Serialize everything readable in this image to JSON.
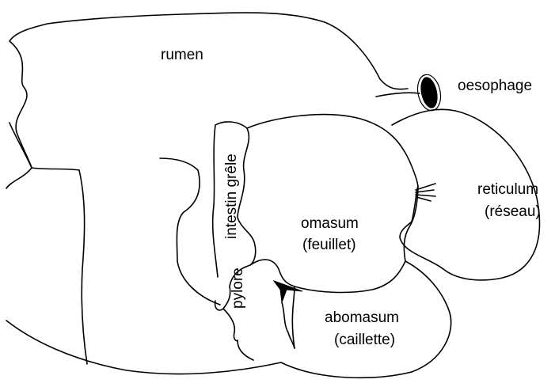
{
  "labels": {
    "rumen": "rumen",
    "oesophage": "oesophage",
    "reticulum_line1": "reticulum",
    "reticulum_line2": "(réseau)",
    "omasum_line1": "omasum",
    "omasum_line2": "(feuillet)",
    "abomasum_line1": "abomasum",
    "abomasum_line2": "(caillette)",
    "intestin": "intestin grêle",
    "pylore": "pylore"
  }
}
